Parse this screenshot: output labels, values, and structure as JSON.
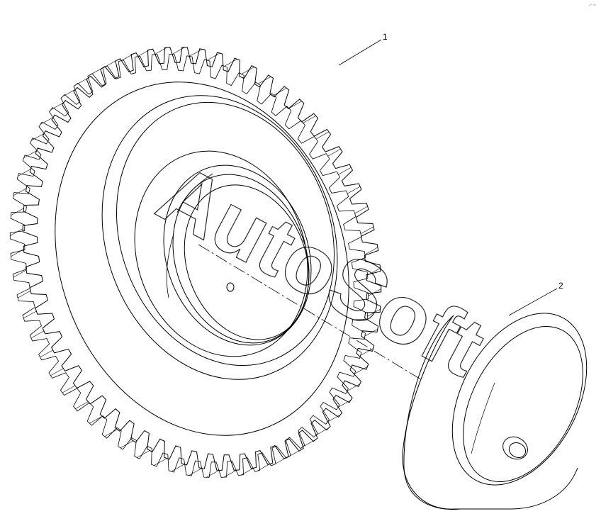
{
  "diagram": {
    "callouts": [
      {
        "id": "1",
        "label": "1"
      },
      {
        "id": "2",
        "label": "2"
      }
    ],
    "watermark": "AutoSoft",
    "corner_mark": "↗ ═",
    "colors": {
      "line": "#000000",
      "background": "#ffffff"
    }
  }
}
